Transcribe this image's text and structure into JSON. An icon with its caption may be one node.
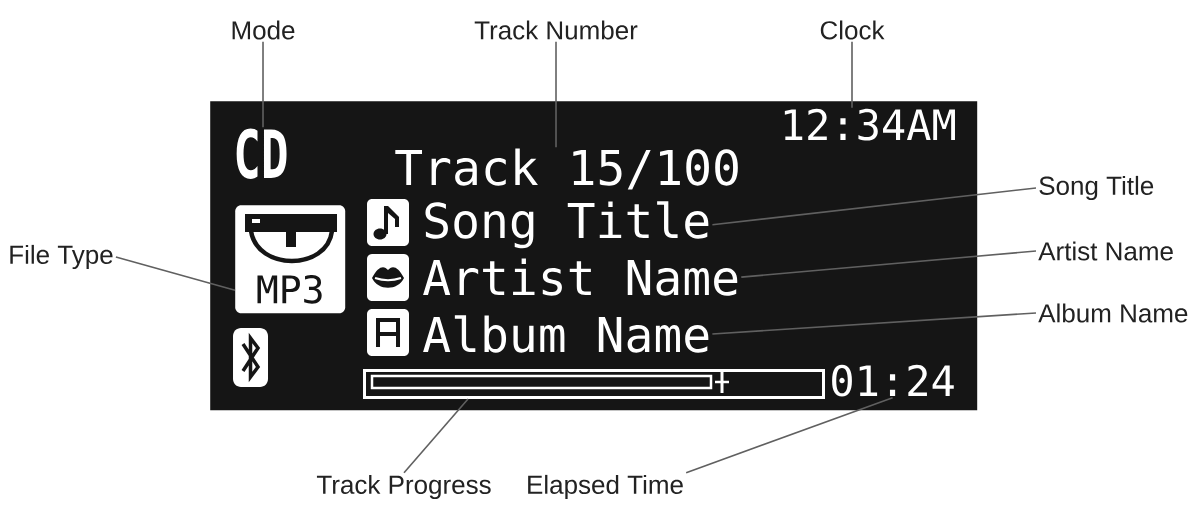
{
  "diagram": {
    "nodes": [
      {
        "text": [
          "Mode"
        ]
      },
      {
        "text": [
          "Track Number"
        ]
      },
      {
        "text": [
          "Clock"
        ]
      },
      {
        "text": [],
        "shape": "box"
      },
      {
        "text": [
          "CD"
        ],
        "in": 3
      },
      {
        "text": [
          "12:34AM"
        ],
        "in": 3
      },
      {
        "text": [
          "Track 15/100"
        ],
        "in": 3
      },
      {
        "text": [
          "MP3"
        ],
        "in": 3
      },
      {
        "text": [
          "Song Title"
        ],
        "in": 3
      },
      {
        "text": [
          "Artist Name"
        ],
        "in": 3
      },
      {
        "text": [
          "Album Name"
        ],
        "in": 3
      },
      {
        "text": [],
        "shape": "bar",
        "in": 3
      },
      {
        "text": [
          "01:24"
        ],
        "in": 3
      },
      {
        "text": [
          "File Type"
        ]
      },
      {
        "text": [
          "Song Title"
        ]
      },
      {
        "text": [
          "Artist Name"
        ]
      },
      {
        "text": [
          "Album Name"
        ]
      },
      {
        "text": [
          "Track Progress"
        ]
      },
      {
        "text": [
          "Elapsed Time"
        ]
      }
    ],
    "edges": [
      {
        "from": 0,
        "to": 4,
        "arrow": "none"
      },
      {
        "from": 1,
        "to": 6,
        "arrow": "none"
      },
      {
        "from": 2,
        "to": 5,
        "arrow": "none"
      },
      {
        "from": 13,
        "to": 7,
        "arrow": "none"
      },
      {
        "from": 14,
        "to": 8,
        "arrow": "none"
      },
      {
        "from": 15,
        "to": 9,
        "arrow": "none"
      },
      {
        "from": 16,
        "to": 10,
        "arrow": "none"
      },
      {
        "from": 17,
        "to": 11,
        "arrow": "none"
      },
      {
        "from": 18,
        "to": 12,
        "arrow": "none"
      }
    ]
  }
}
